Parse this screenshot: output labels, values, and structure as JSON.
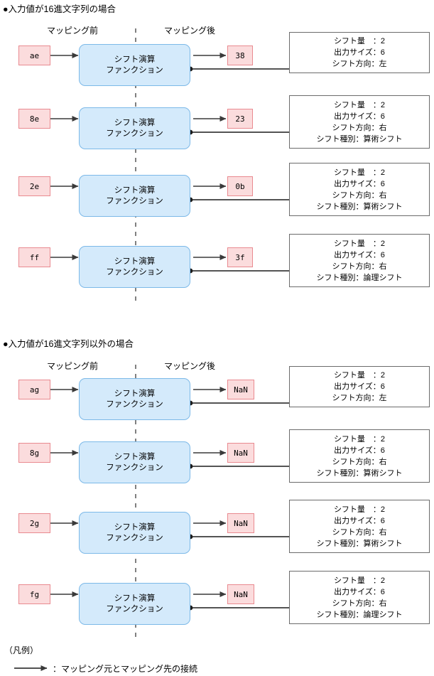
{
  "document": {
    "sections": [
      {
        "heading": "●入力値が16進文字列の場合",
        "col_label_before": "マッピング前",
        "col_label_after": "マッピング後",
        "rows": [
          {
            "input": "ae",
            "function": {
              "line1": "シフト演算",
              "line2": "ファンクション"
            },
            "output": "38",
            "note": [
              "シフト量　：2",
              "出力サイズ：6",
              "シフト方向：左"
            ]
          },
          {
            "input": "8e",
            "function": {
              "line1": "シフト演算",
              "line2": "ファンクション"
            },
            "output": "23",
            "note": [
              "シフト量　：2",
              "出力サイズ：6",
              "シフト方向：右",
              "シフト種別：算術シフト"
            ]
          },
          {
            "input": "2e",
            "function": {
              "line1": "シフト演算",
              "line2": "ファンクション"
            },
            "output": "0b",
            "note": [
              "シフト量　：2",
              "出力サイズ：6",
              "シフト方向：右",
              "シフト種別：算術シフト"
            ]
          },
          {
            "input": "ff",
            "function": {
              "line1": "シフト演算",
              "line2": "ファンクション"
            },
            "output": "3f",
            "note": [
              "シフト量　：2",
              "出力サイズ：6",
              "シフト方向：右",
              "シフト種別：論理シフト"
            ]
          }
        ]
      },
      {
        "heading": "●入力値が16進文字列以外の場合",
        "col_label_before": "マッピング前",
        "col_label_after": "マッピング後",
        "rows": [
          {
            "input": "ag",
            "function": {
              "line1": "シフト演算",
              "line2": "ファンクション"
            },
            "output": "NaN",
            "note": [
              "シフト量　：2",
              "出力サイズ：6",
              "シフト方向：左"
            ]
          },
          {
            "input": "8g",
            "function": {
              "line1": "シフト演算",
              "line2": "ファンクション"
            },
            "output": "NaN",
            "note": [
              "シフト量　：2",
              "出力サイズ：6",
              "シフト方向：右",
              "シフト種別：算術シフト"
            ]
          },
          {
            "input": "2g",
            "function": {
              "line1": "シフト演算",
              "line2": "ファンクション"
            },
            "output": "NaN",
            "note": [
              "シフト量　：2",
              "出力サイズ：6",
              "シフト方向：右",
              "シフト種別：算術シフト"
            ]
          },
          {
            "input": "fg",
            "function": {
              "line1": "シフト演算",
              "line2": "ファンクション"
            },
            "output": "NaN",
            "note": [
              "シフト量　：2",
              "出力サイズ：6",
              "シフト方向：右",
              "シフト種別：論理シフト"
            ]
          }
        ]
      }
    ],
    "legend": {
      "title": "（凡例）",
      "entry_text": "：マッピング元とマッピング先の接続"
    },
    "colors": {
      "value_box_fill": "#fbdcdd",
      "value_box_border": "#e98a90",
      "function_box_fill": "#d4eafb",
      "function_box_border": "#7cb9e8",
      "note_box_border": "#6b6b6b",
      "wire": "#3a3a3a",
      "divider": "#808080"
    }
  }
}
